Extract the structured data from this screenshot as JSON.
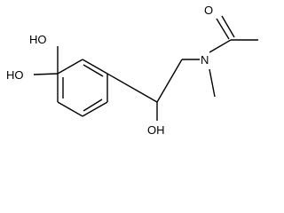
{
  "labels": {
    "ho_upper": "HO",
    "ho_lower": "HO",
    "oh_side": "OH",
    "o_carbonyl": "O",
    "n_amine": "N"
  },
  "colors": {
    "bond": "#000000",
    "text": "#000000",
    "background": "#ffffff"
  }
}
